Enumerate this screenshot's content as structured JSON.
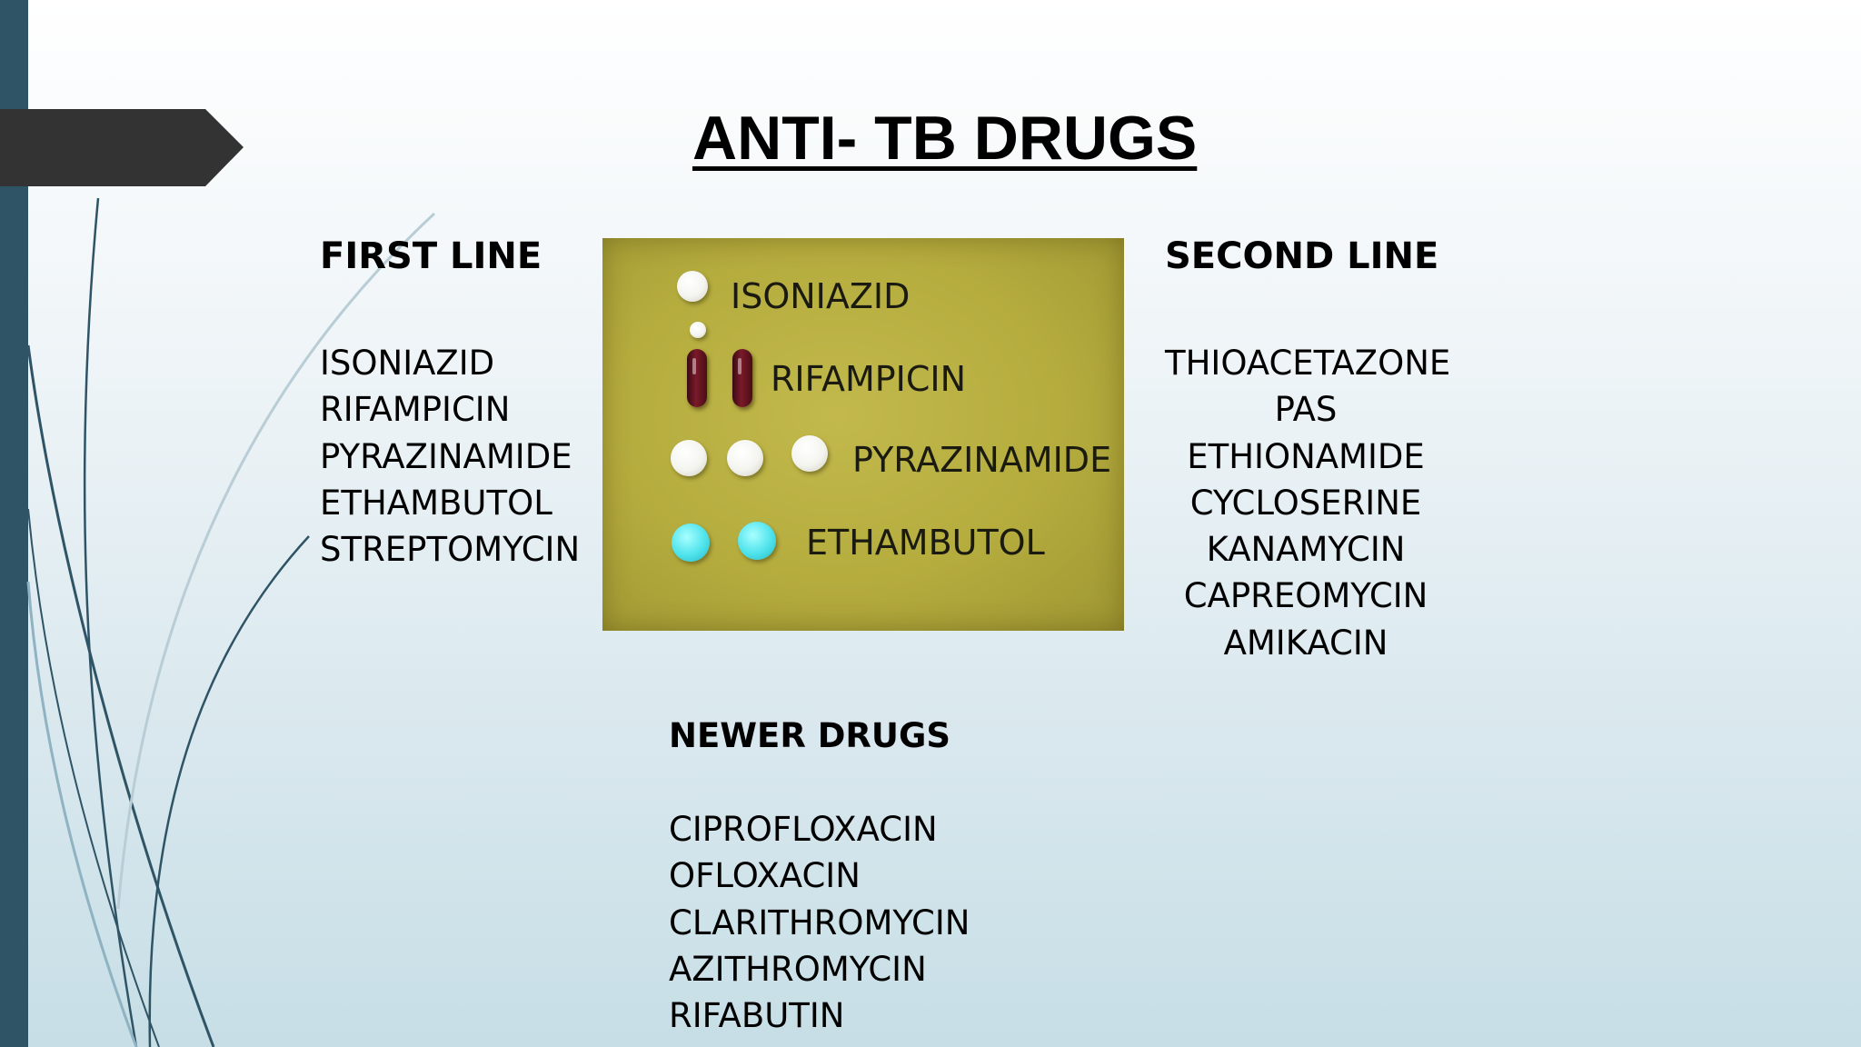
{
  "title": "ANTI- TB DRUGS",
  "first_line": {
    "heading": "FIRST LINE",
    "items": [
      "ISONIAZID",
      "RIFAMPICIN",
      "PYRAZINAMIDE",
      "ETHAMBUTOL",
      "STREPTOMYCIN"
    ]
  },
  "second_line": {
    "heading": "SECOND LINE",
    "items": [
      "THIOACETAZONE",
      "PAS",
      "ETHIONAMIDE",
      "CYCLOSERINE",
      "KANAMYCIN",
      "CAPREOMYCIN",
      "AMIKACIN"
    ]
  },
  "newer_drugs": {
    "heading": "NEWER DRUGS",
    "items": [
      "CIPROFLOXACIN",
      "OFLOXACIN",
      "CLARITHROMYCIN",
      "AZITHROMYCIN",
      "RIFABUTIN"
    ]
  },
  "photo": {
    "labels": [
      "ISONIAZID",
      "RIFAMPICIN",
      "PYRAZINAMIDE",
      "ETHAMBUTOL"
    ]
  },
  "colors": {
    "left_bar": "#2e5466",
    "arrow_tab": "#333333",
    "photo_background": "#b5ac3e",
    "ethambutol_tablet": "#4fe3ec",
    "rifampicin_capsule": "#6a1424"
  }
}
